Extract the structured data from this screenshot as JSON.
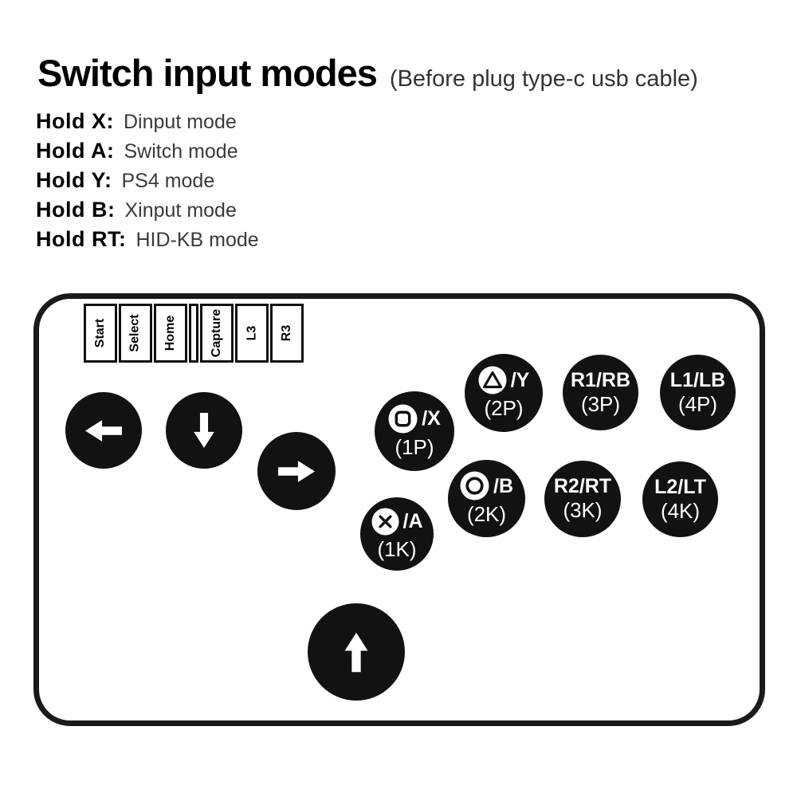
{
  "header": {
    "title": "Switch input modes",
    "subtitle": "(Before plug type-c usb cable)"
  },
  "hold_modes": [
    {
      "label": "Hold X:",
      "mode": "Dinput mode"
    },
    {
      "label": "Hold A:",
      "mode": "Switch mode"
    },
    {
      "label": "Hold Y:",
      "mode": "PS4 mode"
    },
    {
      "label": "Hold B:",
      "mode": "Xinput mode"
    },
    {
      "label": "Hold RT:",
      "mode": "HID-KB mode"
    }
  ],
  "panel": {
    "system_buttons": [
      "Start",
      "Select",
      "Home",
      "Capture",
      "L3",
      "R3"
    ],
    "action_buttons": {
      "x": {
        "symbol": "ps-square-icon",
        "label": "/X",
        "sublabel": "(1P)"
      },
      "y": {
        "symbol": "ps-triangle-icon",
        "label": "/Y",
        "sublabel": "(2P)"
      },
      "r1": {
        "symbol": null,
        "label": "R1/RB",
        "sublabel": "(3P)"
      },
      "l1": {
        "symbol": null,
        "label": "L1/LB",
        "sublabel": "(4P)"
      },
      "a": {
        "symbol": "ps-cross-icon",
        "label": "/A",
        "sublabel": "(1K)"
      },
      "b": {
        "symbol": "ps-circle-icon",
        "label": "/B",
        "sublabel": "(2K)"
      },
      "r2": {
        "symbol": null,
        "label": "R2/RT",
        "sublabel": "(3K)"
      },
      "l2": {
        "symbol": null,
        "label": "L2/LT",
        "sublabel": "(4K)"
      }
    },
    "direction_buttons": [
      "left",
      "down",
      "right",
      "up"
    ]
  },
  "colors": {
    "button_fill": "#121212",
    "panel_border": "#1a1a1a",
    "text_primary": "#000000",
    "text_secondary": "#3a3a3a",
    "button_text": "#ffffff"
  }
}
